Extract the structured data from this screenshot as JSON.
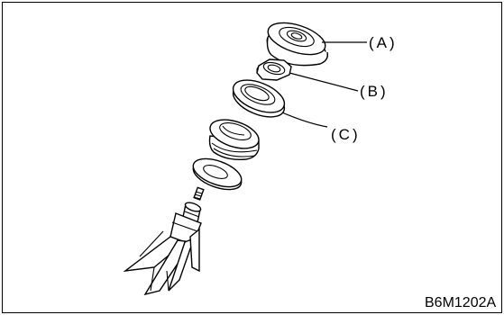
{
  "callouts": {
    "a": "(A)",
    "b": "(B)",
    "c": "(C)"
  },
  "figure_code": "B6M1202A",
  "colors": {
    "line": "#000000",
    "background": "#ffffff"
  }
}
